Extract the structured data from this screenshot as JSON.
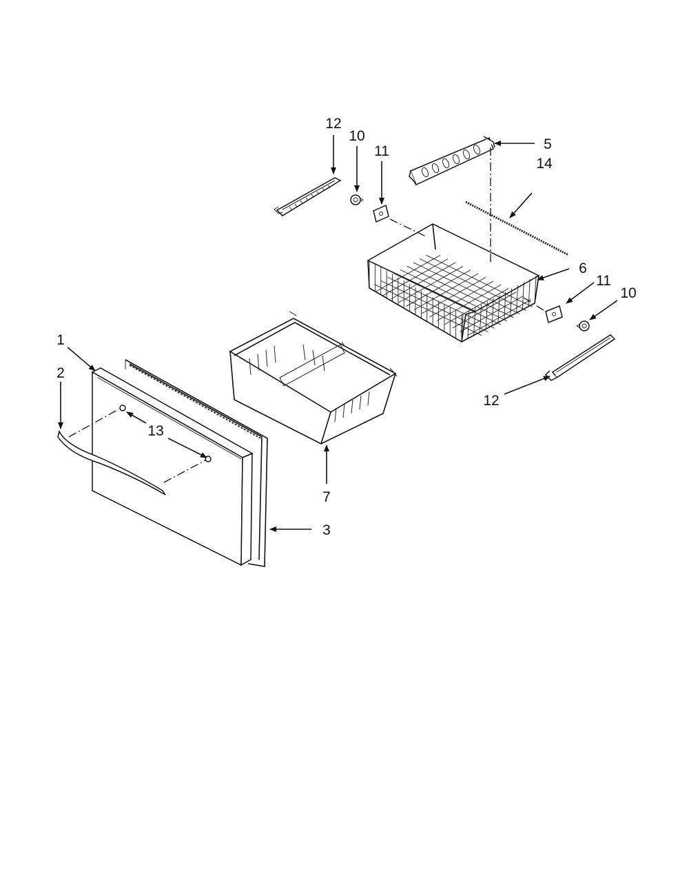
{
  "diagram": {
    "callouts": {
      "c1": "1",
      "c2": "2",
      "c3": "3",
      "c5": "5",
      "c6": "6",
      "c7": "7",
      "c10a": "10",
      "c10b": "10",
      "c11a": "11",
      "c11b": "11",
      "c12a": "12",
      "c12b": "12",
      "c13": "13",
      "c14": "14"
    }
  }
}
